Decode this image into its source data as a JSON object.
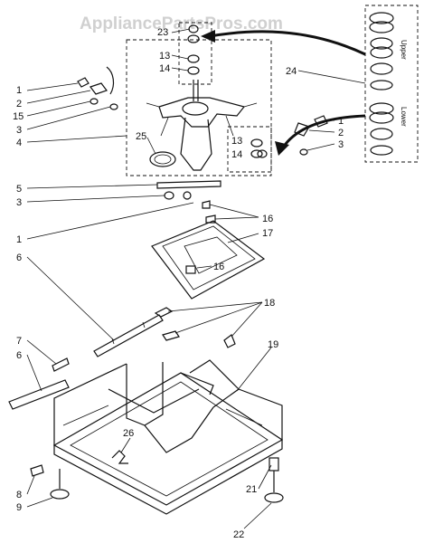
{
  "watermark": "AppliancePartsPros.com",
  "inset": {
    "upper_label": "Upper",
    "lower_label": "Lower"
  },
  "callouts": {
    "c23": "23",
    "c13a": "13",
    "c14a": "14",
    "c24": "24",
    "c1a": "1",
    "c2a": "2",
    "c15": "15",
    "c3a": "3",
    "c4": "4",
    "c25": "25",
    "c13b": "13",
    "c14b": "14",
    "c1b": "1",
    "c2b": "2",
    "c3b": "3",
    "c5": "5",
    "c3c": "3",
    "c16a": "16",
    "c17": "17",
    "c16b": "16",
    "c1c": "1",
    "c6a": "6",
    "c18": "18",
    "c7": "7",
    "c6b": "6",
    "c19": "19",
    "c26": "26",
    "c8": "8",
    "c9": "9",
    "c21": "21",
    "c22": "22"
  }
}
